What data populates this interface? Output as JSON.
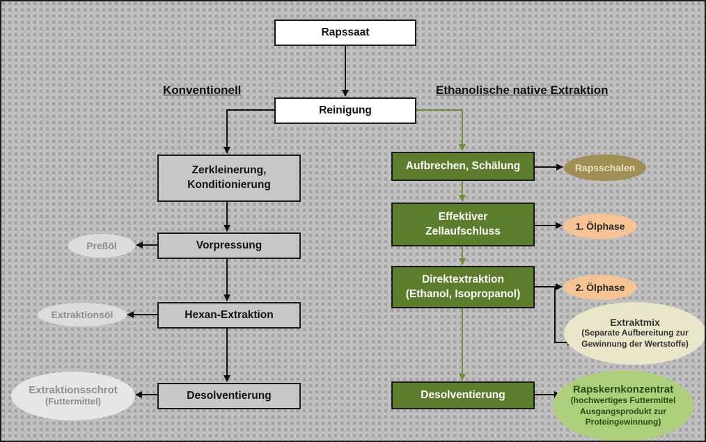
{
  "colors": {
    "conventional_box": "#c7c7c7",
    "ethanol_box": "#5c7d2c",
    "ethanol_arrow": "#6f8f36",
    "frame": "#1a1a1a"
  },
  "headings": {
    "conventional": "Konventionell",
    "ethanol": "Ethanolische native Extraktion"
  },
  "boxes": {
    "rapssaat": "Rapssaat",
    "reinigung": "Reinigung",
    "zerkleinerung_1": "Zerkleinerung,",
    "zerkleinerung_2": "Konditionierung",
    "vorpressung": "Vorpressung",
    "hexan": "Hexan-Extraktion",
    "desolv_conv": "Desolventierung",
    "aufbrechen": "Aufbrechen, Schälung",
    "zell_1": "Effektiver",
    "zell_2": "Zellaufschluss",
    "direkt_1": "Direktextraktion",
    "direkt_2": "(Ethanol, Isopropanol)",
    "desolv_eth": "Desolventierung"
  },
  "outputs": {
    "pressoel": "Preßöl",
    "extraktionsoel": "Extraktionsöl",
    "schrot_title": "Extraktionsschrot",
    "schrot_sub": "(Futtermittel)",
    "rapsschalen": "Rapsschalen",
    "oelphase1": "1. Ölphase",
    "oelphase2": "2. Ölphase",
    "extraktmix_title": "Extraktmix",
    "extraktmix_sub1": "(Separate Aufbereitung zur",
    "extraktmix_sub2": "Gewinnung der Wertstoffe)",
    "rkk_title": "Rapskernkonzentrat",
    "rkk_sub1": "(hochwertiges Futtermittel",
    "rkk_sub2": "Ausgangsprodukt zur",
    "rkk_sub3": "Proteingewinnung)"
  }
}
